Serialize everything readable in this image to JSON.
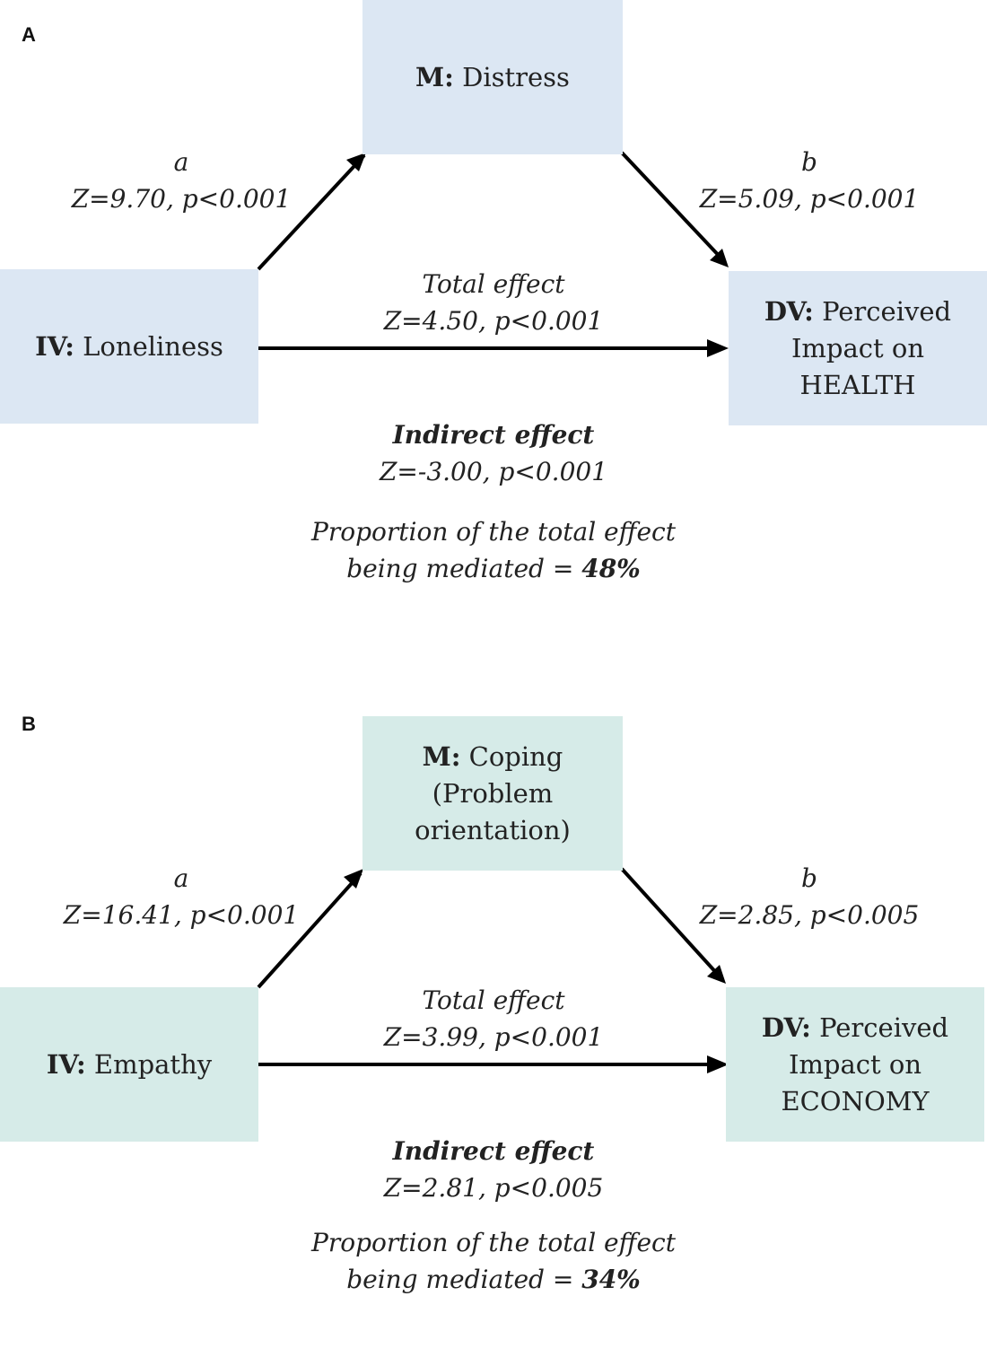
{
  "panels": [
    {
      "letter": "A",
      "mediator": {
        "prefix": "M:",
        "lines": [
          "Distress"
        ]
      },
      "iv": {
        "prefix": "IV:",
        "text": "Loneliness"
      },
      "dv": {
        "prefix": "DV:",
        "line1": "Perceived",
        "line2": "Impact on",
        "line3": "HEALTH"
      },
      "path_a": {
        "name": "a",
        "stat": "Z=9.70, p<0.001"
      },
      "path_b": {
        "name": "b",
        "stat": "Z=5.09, p<0.001"
      },
      "total": {
        "name": "Total effect",
        "stat": "Z=4.50, p<0.001"
      },
      "indirect": {
        "name": "Indirect effect",
        "stat": "Z=-3.00, p<0.001"
      },
      "proportion": {
        "line1": "Proportion of the total effect",
        "line2": "being mediated = ",
        "value": "48%"
      }
    },
    {
      "letter": "B",
      "mediator": {
        "prefix": "M:",
        "lines": [
          "Coping",
          "(Problem",
          "orientation)"
        ]
      },
      "iv": {
        "prefix": "IV:",
        "text": "Empathy"
      },
      "dv": {
        "prefix": "DV:",
        "line1": "Perceived",
        "line2": "Impact on",
        "line3": "ECONOMY"
      },
      "path_a": {
        "name": "a",
        "stat": "Z=16.41, p<0.001"
      },
      "path_b": {
        "name": "b",
        "stat": "Z=2.85, p<0.005"
      },
      "total": {
        "name": "Total effect",
        "stat": "Z=3.99, p<0.001"
      },
      "indirect": {
        "name": "Indirect effect",
        "stat": "Z=2.81, p<0.005"
      },
      "proportion": {
        "line1": "Proportion of the total effect",
        "line2": "being mediated = ",
        "value": "34%"
      }
    }
  ]
}
